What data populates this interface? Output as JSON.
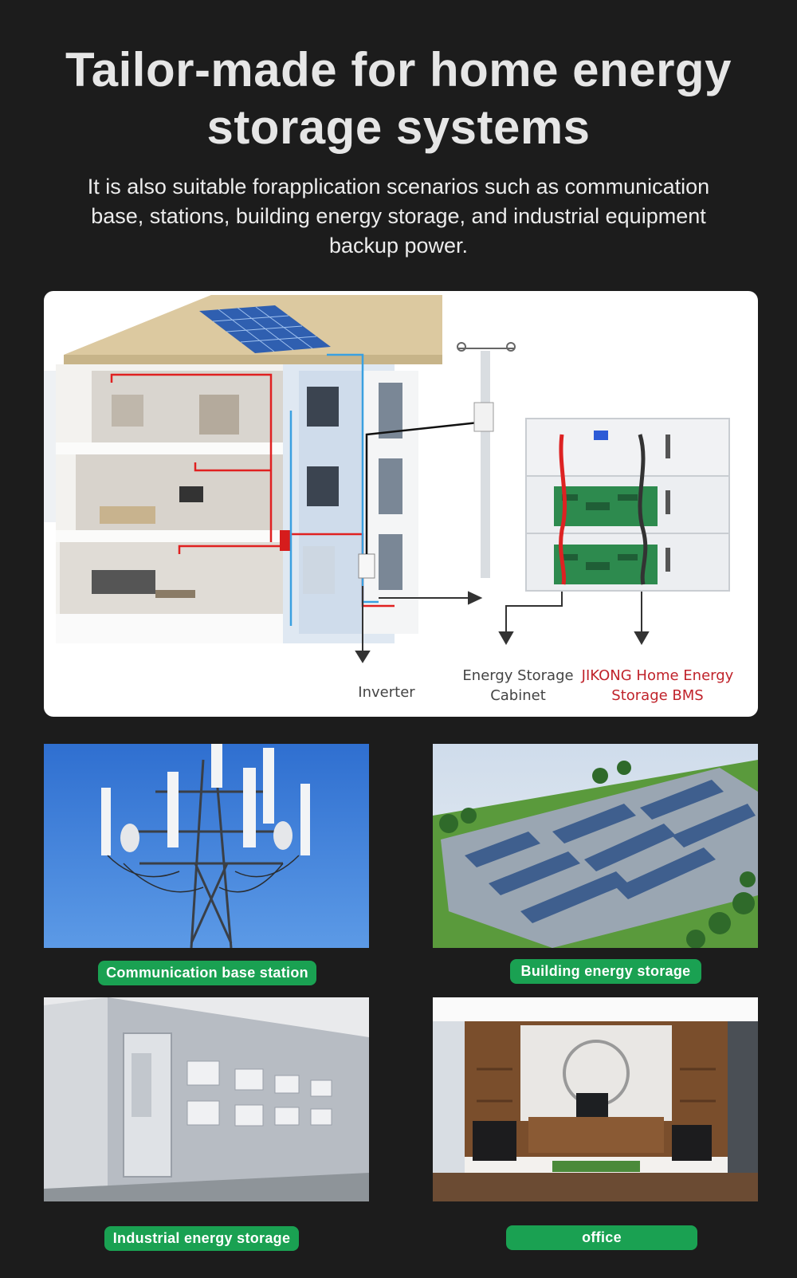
{
  "header": {
    "title": "Tailor-made for home energy storage systems",
    "subtitle": "It is also suitable forapplication scenarios such as communication base, stations, building energy storage, and industrial equipment backup power."
  },
  "diagram": {
    "label_inverter": "Inverter",
    "label_cabinet_line1": "Energy Storage",
    "label_cabinet_line2": "Cabinet",
    "label_bms_line1": "JIKONG Home Energy",
    "label_bms_line2": "Storage BMS",
    "bms_label_color": "#c0232b"
  },
  "scenarios": [
    {
      "label": "Communication base station"
    },
    {
      "label": "Building energy storage"
    },
    {
      "label": "Industrial energy storage"
    },
    {
      "label": "office"
    }
  ],
  "colors": {
    "background": "#1c1c1c",
    "pill": "#1aa152",
    "wire_red": "#e02020",
    "wire_blue": "#3aa0e0"
  }
}
